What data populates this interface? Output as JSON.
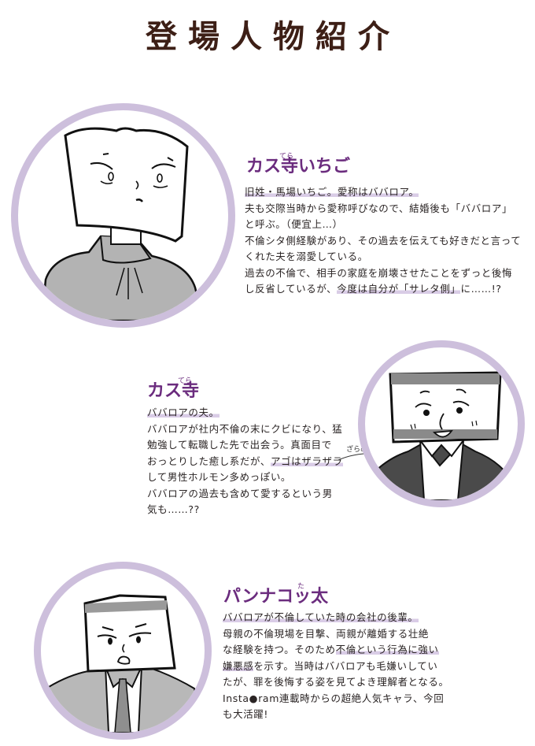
{
  "page_title": "登場人物紹介",
  "accent_colors": {
    "title": "#3d1f16",
    "name": "#6b2c7e",
    "ring": "#cdbfdc",
    "highlight": "#d9cce6"
  },
  "characters": [
    {
      "name": "カス寺いちご",
      "ruby": "てら",
      "portrait": "woman-with-bread-shaped-head-turtleneck",
      "lines": [
        {
          "text": "旧姓・馬場いちご。愛称はババロア。",
          "highlight": true
        },
        {
          "text": "夫も交際当時から愛称呼びなので、結婚後も「ババロア」"
        },
        {
          "text": "と呼ぶ。（便宜上…）"
        },
        {
          "text": "不倫シタ側経験があり、その過去を伝えても好きだと言って"
        },
        {
          "text": "くれた夫を溺愛している。"
        },
        {
          "text": "過去の不倫で、相手の家庭を崩壊させたことをずっと後悔"
        },
        {
          "pre": "し反省しているが、",
          "hl": "今度は自分が「サレタ側」",
          "post": "に……!?"
        }
      ]
    },
    {
      "name": "カス寺",
      "ruby": "てら",
      "portrait": "smiling-man-with-box-head-suit",
      "annotation": "ざらめ",
      "lines": [
        {
          "text": "ババロアの夫。",
          "highlight": true
        },
        {
          "text": "ババロアが社内不倫の末にクビになり、猛"
        },
        {
          "text": "勉強して転職した先で出会う。真面目で"
        },
        {
          "pre": "おっとりした癒し系だが、",
          "hl": "アゴはザラザラ",
          "post": ""
        },
        {
          "text": "して男性ホルモン多めっぽい。"
        },
        {
          "text": "ババロアの過去も含めて愛するという男"
        },
        {
          "text": "気も……??"
        }
      ]
    },
    {
      "name": "パンナコッ太",
      "ruby": "た",
      "portrait": "frowning-man-with-box-head-tie",
      "lines": [
        {
          "text": "ババロアが不倫していた時の会社の後輩。",
          "highlight": true
        },
        {
          "text": "母親の不倫現場を目撃、両親が離婚する壮絶"
        },
        {
          "pre": "な経験を持つ。そのため",
          "hl": "不倫という行為に強い",
          "post": ""
        },
        {
          "pre": "",
          "hl": "嫌悪感",
          "post": "を示す。当時はババロアも毛嫌いしてい"
        },
        {
          "text": "たが、罪を後悔する姿を見てよき理解者となる。"
        },
        {
          "text": "Insta●ram連載時からの超絶人気キャラ、今回"
        },
        {
          "text": "も大活躍!"
        }
      ]
    }
  ]
}
